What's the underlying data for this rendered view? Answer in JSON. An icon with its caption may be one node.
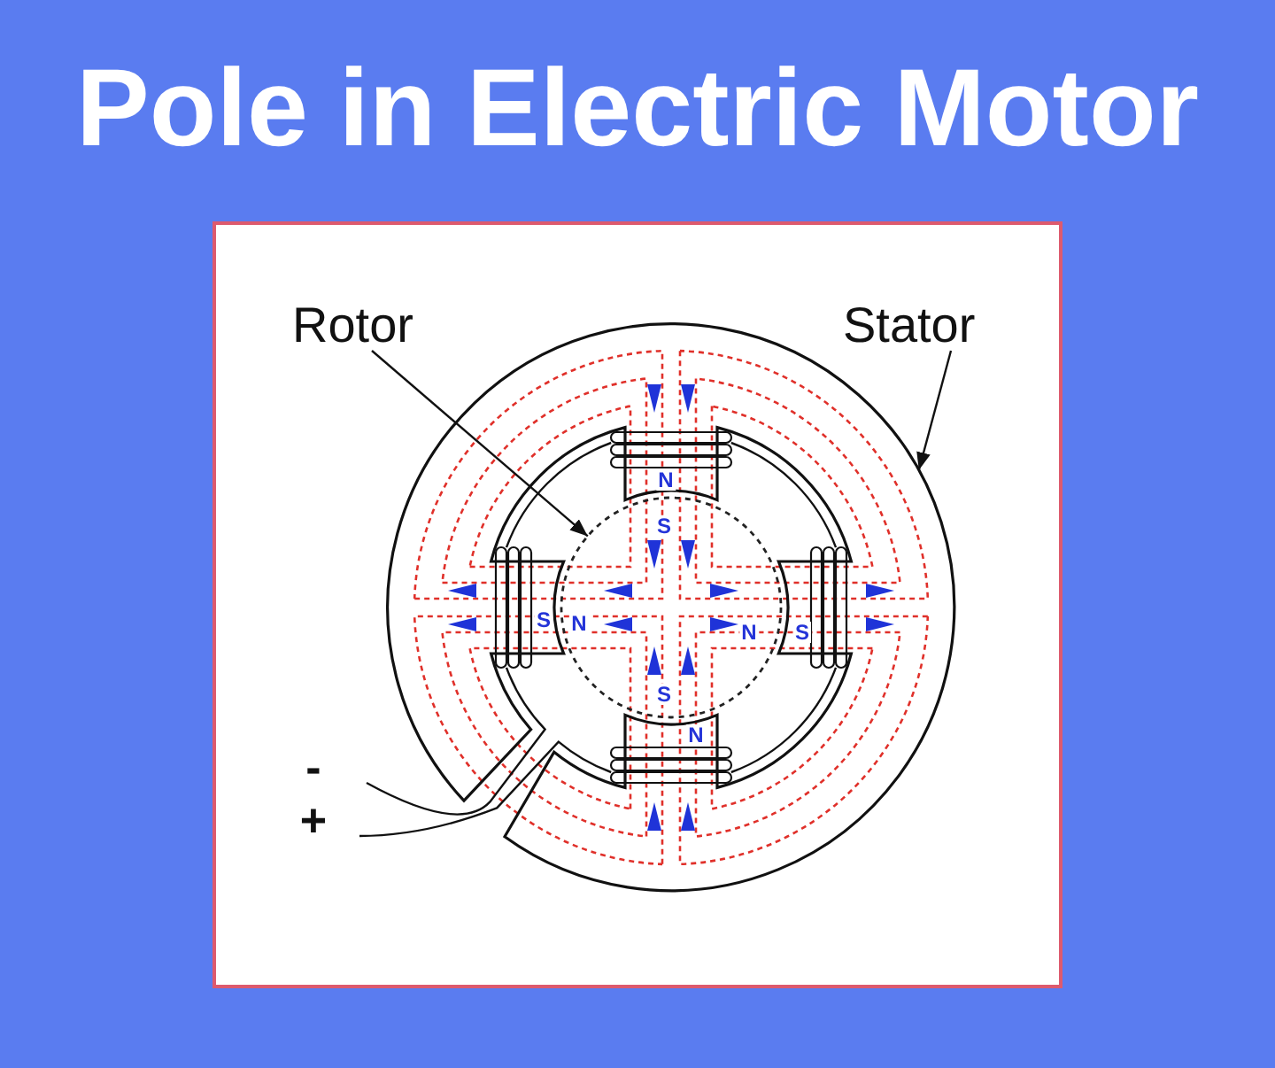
{
  "diagram": {
    "title": "Pole in Electric Motor",
    "nodes": [
      {
        "text": [
          "Rotor"
        ]
      },
      {
        "text": [
          "Stator"
        ]
      },
      {
        "text": [],
        "shape": "ring"
      },
      {
        "text": [],
        "shape": "circle"
      }
    ],
    "edges": [
      {
        "from": 0,
        "to": 3,
        "arrow": "to"
      },
      {
        "from": 1,
        "to": 2,
        "arrow": "to"
      }
    ],
    "labels": [
      "N",
      "S",
      "S",
      "N",
      "N",
      "S",
      "S",
      "N",
      "-",
      "+"
    ]
  }
}
